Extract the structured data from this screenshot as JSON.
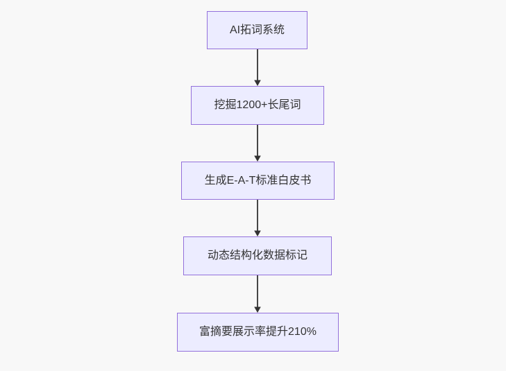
{
  "diagram": {
    "type": "flowchart-top-down",
    "nodes": [
      {
        "id": "A",
        "label": "AI拓词系统"
      },
      {
        "id": "B",
        "label": "挖掘1200+长尾词"
      },
      {
        "id": "C",
        "label": "生成E-A-T标准白皮书"
      },
      {
        "id": "D",
        "label": "动态结构化数据标记"
      },
      {
        "id": "E",
        "label": "富摘要展示率提升210%"
      }
    ],
    "edges": [
      {
        "from": "A",
        "to": "B"
      },
      {
        "from": "B",
        "to": "C"
      },
      {
        "from": "C",
        "to": "D"
      },
      {
        "from": "D",
        "to": "E"
      }
    ],
    "colors": {
      "node_fill": "#ECECFF",
      "node_border": "#9370DB",
      "node_text": "#333333",
      "arrow": "#333333",
      "background": "#f8f8f8"
    }
  }
}
